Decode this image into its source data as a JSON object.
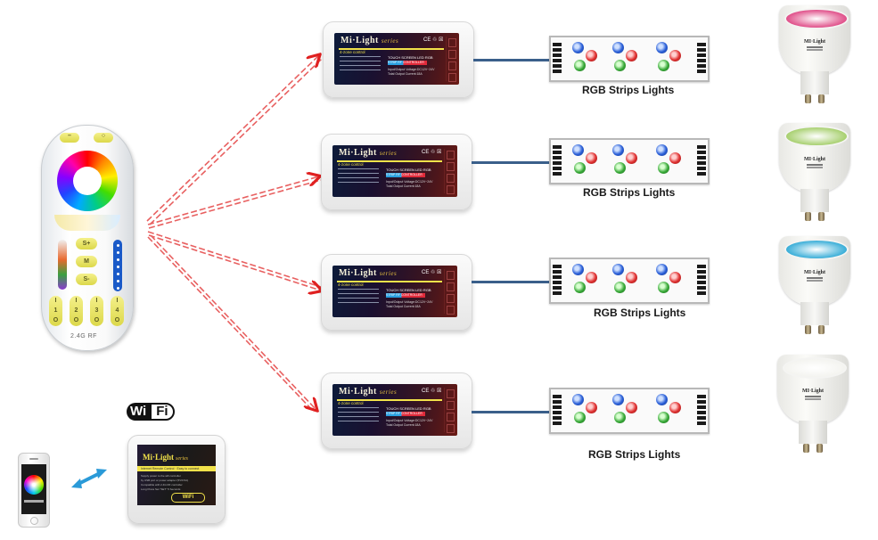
{
  "diagram": {
    "title": "",
    "colors": {
      "arrow": "#e02020",
      "cable": "#3a5f8a",
      "sync_arrow": "#2a9ad8",
      "controller_accent": "#f2e24a"
    },
    "remote": {
      "name": "4-zone RGBW remote",
      "buttons_top": [
        "–",
        "○"
      ],
      "mode_buttons": [
        "S+",
        "M",
        "S-"
      ],
      "zone_buttons": [
        {
          "label": "1"
        },
        {
          "label": "2"
        },
        {
          "label": "3"
        },
        {
          "label": "4"
        }
      ],
      "zone_on": "I",
      "zone_off": "O",
      "rf_label": "2.4G RF"
    },
    "controllers": [
      {
        "brand": "Mi·Light",
        "series": "series",
        "cert": "CE ♲ ☒",
        "zone": "4-zone control",
        "touch": "TOUCH SCREEN LED RGB",
        "tag": "STRIP RF CONTROLLER",
        "spec1": "Input/Output Voltage:DC12V~24V",
        "spec2": "Total Output Current:18A"
      },
      {
        "brand": "Mi·Light",
        "series": "series",
        "cert": "CE ♲ ☒",
        "zone": "4-zone control",
        "touch": "TOUCH SCREEN LED RGB",
        "tag": "STRIP RF CONTROLLER",
        "spec1": "Input/Output Voltage:DC12V~24V",
        "spec2": "Total Output Current:18A"
      },
      {
        "brand": "Mi·Light",
        "series": "series",
        "cert": "CE ♲ ☒",
        "zone": "4-zone control",
        "touch": "TOUCH SCREEN LED RGB",
        "tag": "STRIP RF CONTROLLER",
        "spec1": "Input/Output Voltage:DC12V~24V",
        "spec2": "Total Output Current:18A"
      },
      {
        "brand": "Mi·Light",
        "series": "series",
        "cert": "CE ♲ ☒",
        "zone": "4-zone control",
        "touch": "TOUCH SCREEN LED RGB",
        "tag": "STRIP RF CONTROLLER",
        "spec1": "Input/Output Voltage:DC12V~24V",
        "spec2": "Total Output Current:18A"
      }
    ],
    "strips": [
      {
        "label": "RGB Strips Lights"
      },
      {
        "label": "RGB Strips Lights"
      },
      {
        "label": "RGB Strips Lights"
      },
      {
        "label": "RGB Strips Lights"
      }
    ],
    "bulbs": [
      {
        "name": "GU10 RGBW bulb",
        "logo": "MI·Light",
        "lens_color": "#e0508a"
      },
      {
        "name": "GU10 RGBW bulb",
        "logo": "MI·Light",
        "lens_color": "#a8d070"
      },
      {
        "name": "GU10 RGBW bulb",
        "logo": "MI·Light",
        "lens_color": "#3aaed8"
      },
      {
        "name": "GU10 RGBW bulb",
        "logo": "MI·Light",
        "lens_color": "#f4f4f0"
      }
    ],
    "wifi": {
      "logo_left": "Wi",
      "logo_right": "Fi",
      "box_brand": "Mi·Light",
      "box_series": "series",
      "box_tagline": "Internet Remote Control · Easy to connect",
      "box_text1": "Supply power to the wifi controller",
      "box_text2": "by USB port or power adapter (5V/0.5A)",
      "box_text3": "Compatible with 2.4G RF controller",
      "box_text4": "Long Press Set \"SET\" 5 Seconds",
      "box_badge": "WiFi"
    },
    "phone": {
      "name": "smartphone app"
    }
  }
}
